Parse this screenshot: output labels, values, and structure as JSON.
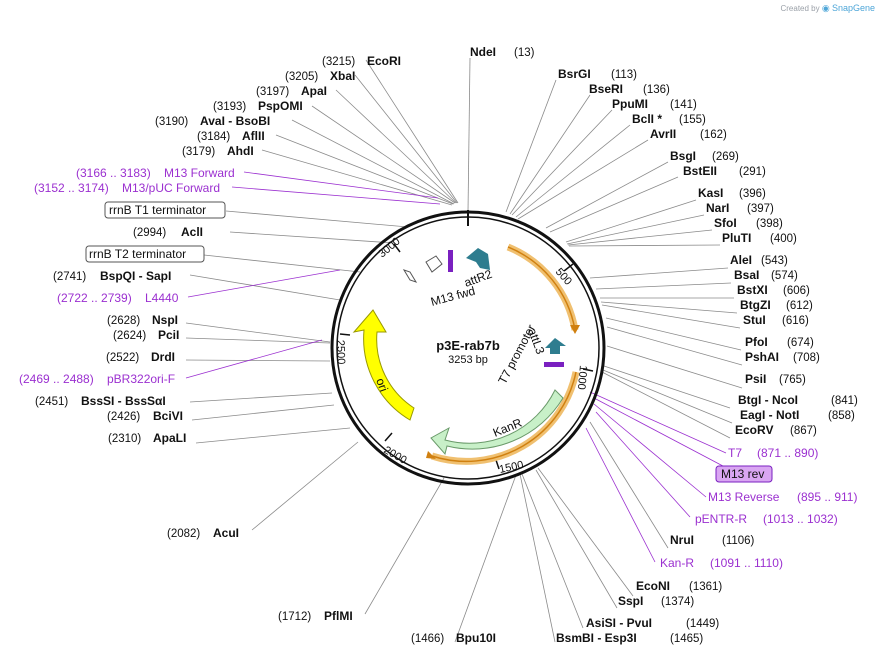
{
  "brand": {
    "created_by": "Created by",
    "app": "SnapGene"
  },
  "plasmid": {
    "name": "p3E-rab7b",
    "size": "3253 bp"
  },
  "ticks": [
    "500",
    "1000",
    "1500",
    "2000",
    "2500",
    "3000"
  ],
  "enzymes_right": [
    {
      "id": "ndei",
      "name": "NdeI",
      "pos": "(13)"
    },
    {
      "id": "bsrgi",
      "name": "BsrGI",
      "pos": "(113)"
    },
    {
      "id": "bseri",
      "name": "BseRI",
      "pos": "(136)"
    },
    {
      "id": "ppumi",
      "name": "PpuMI",
      "pos": "(141)"
    },
    {
      "id": "bcli",
      "name": "BclI *",
      "pos": "(155)"
    },
    {
      "id": "avrii",
      "name": "AvrII",
      "pos": "(162)"
    },
    {
      "id": "bsgi",
      "name": "BsgI",
      "pos": "(269)"
    },
    {
      "id": "bsteii",
      "name": "BstEII",
      "pos": "(291)"
    },
    {
      "id": "kasi",
      "name": "KasI",
      "pos": "(396)"
    },
    {
      "id": "nari",
      "name": "NarI",
      "pos": "(397)"
    },
    {
      "id": "sfoi",
      "name": "SfoI",
      "pos": "(398)"
    },
    {
      "id": "pluti",
      "name": "PluTI",
      "pos": "(400)"
    },
    {
      "id": "alei",
      "name": "AleI",
      "pos": "(543)"
    },
    {
      "id": "bsai",
      "name": "BsaI",
      "pos": "(574)"
    },
    {
      "id": "bstxi",
      "name": "BstXI",
      "pos": "(606)"
    },
    {
      "id": "btgzi",
      "name": "BtgZI",
      "pos": "(612)"
    },
    {
      "id": "stui",
      "name": "StuI",
      "pos": "(616)"
    },
    {
      "id": "pfoi",
      "name": "PfoI",
      "pos": "(674)"
    },
    {
      "id": "pshai",
      "name": "PshAI",
      "pos": "(708)"
    },
    {
      "id": "psii",
      "name": "PsiI",
      "pos": "(765)"
    },
    {
      "id": "btgi",
      "name": "BtgI - NcoI",
      "pos": "(841)"
    },
    {
      "id": "eagi",
      "name": "EagI - NotI",
      "pos": "(858)"
    },
    {
      "id": "ecorv",
      "name": "EcoRV",
      "pos": "(867)"
    },
    {
      "id": "nrui",
      "name": "NruI",
      "pos": "(1106)"
    },
    {
      "id": "econi",
      "name": "EcoNI",
      "pos": "(1361)"
    },
    {
      "id": "sspi",
      "name": "SspI",
      "pos": "(1374)"
    },
    {
      "id": "asisi",
      "name": "AsiSI - PvuI",
      "pos": "(1449)"
    },
    {
      "id": "bsmbi",
      "name": "BsmBI - Esp3I",
      "pos": "(1465)"
    }
  ],
  "enzymes_left": [
    {
      "id": "ecori",
      "name": "EcoRI",
      "pos": "(3215)"
    },
    {
      "id": "xbai",
      "name": "XbaI",
      "pos": "(3205)"
    },
    {
      "id": "apai",
      "name": "ApaI",
      "pos": "(3197)"
    },
    {
      "id": "pspomi",
      "name": "PspOMI",
      "pos": "(3193)"
    },
    {
      "id": "avai",
      "name": "AvaI - BsoBI",
      "pos": "(3190)"
    },
    {
      "id": "aflii",
      "name": "AflII",
      "pos": "(3184)"
    },
    {
      "id": "ahdi",
      "name": "AhdI",
      "pos": "(3179)"
    },
    {
      "id": "acli",
      "name": "AclI",
      "pos": "(2994)"
    },
    {
      "id": "bspqi",
      "name": "BspQI - SapI",
      "pos": "(2741)"
    },
    {
      "id": "nspi",
      "name": "NspI",
      "pos": "(2628)"
    },
    {
      "id": "pcii",
      "name": "PciI",
      "pos": "(2624)"
    },
    {
      "id": "drdi",
      "name": "DrdI",
      "pos": "(2522)"
    },
    {
      "id": "bsssi",
      "name": "BssSI - BssSαI",
      "pos": "(2451)"
    },
    {
      "id": "bclvi",
      "name": "BciVI",
      "pos": "(2426)"
    },
    {
      "id": "apali",
      "name": "ApaLI",
      "pos": "(2310)"
    },
    {
      "id": "acui",
      "name": "AcuI",
      "pos": "(2082)"
    },
    {
      "id": "pflmi",
      "name": "PflMI",
      "pos": "(1712)"
    },
    {
      "id": "bpu10i",
      "name": "Bpu10I",
      "pos": "(1466)"
    }
  ],
  "primers": [
    {
      "id": "t7",
      "name": "T7",
      "range": "(871 .. 890)"
    },
    {
      "id": "m13rev",
      "name": "M13 rev",
      "range": ""
    },
    {
      "id": "m13reverse",
      "name": "M13 Reverse",
      "range": "(895 .. 911)"
    },
    {
      "id": "pentr",
      "name": "pENTR-R",
      "range": "(1013 .. 1032)"
    },
    {
      "id": "kanr",
      "name": "Kan-R",
      "range": "(1091 .. 1110)"
    },
    {
      "id": "m13fwd",
      "name": "M13 Forward",
      "range": "(3166 .. 3183)"
    },
    {
      "id": "m13puc",
      "name": "M13/pUC Forward",
      "range": "(3152 .. 3174)"
    },
    {
      "id": "l4440",
      "name": "L4440",
      "range": "(2722 .. 2739)"
    },
    {
      "id": "pbr322",
      "name": "pBR322ori-F",
      "range": "(2469 .. 2488)"
    }
  ],
  "boxed_features": [
    {
      "id": "rrnbt1",
      "name": "rrnB T1 terminator"
    },
    {
      "id": "rrnbt2",
      "name": "rrnB T2 terminator"
    }
  ],
  "features": {
    "attr2": "attR2",
    "m13fwd": "M13 fwd",
    "attl3": "attL3",
    "t7prom": "T7 promoter",
    "kanr": "KanR",
    "ori": "ori"
  },
  "colors": {
    "enzyme_line": "#888888",
    "primer": "#9b30d0",
    "orf_border": "#e8a020",
    "kanr_fill": "#c8f0c8",
    "ori_fill": "#ffff00",
    "att_fill": "#2e7d8f",
    "highlight_box": "#d9a6f2"
  }
}
